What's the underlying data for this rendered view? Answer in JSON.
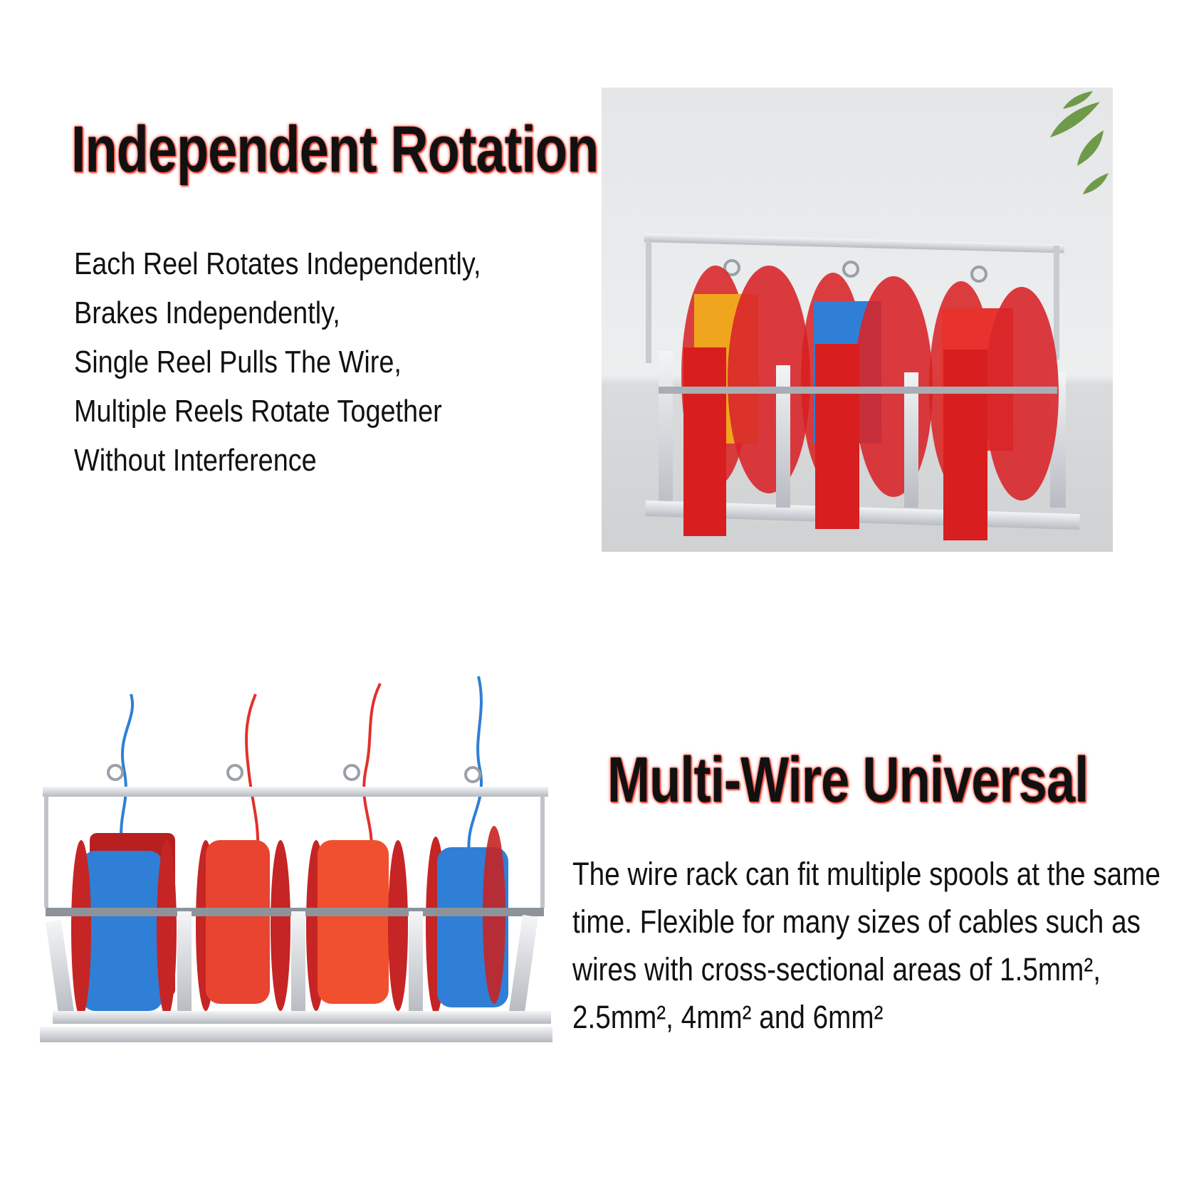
{
  "section1": {
    "heading": "Independent Rotation",
    "lines": [
      "Each Reel Rotates Independently,",
      "Brakes Independently,",
      "Single Reel Pulls The Wire,",
      "Multiple Reels Rotate Together",
      "Without Interference"
    ]
  },
  "section2": {
    "heading": "Multi-Wire Universal",
    "description": "The wire rack can fit multiple spools at the same time. Flexible for many sizes of cables such as wires with cross-sectional areas of 1.5mm², 2.5mm², 4mm² and 6mm²"
  },
  "colors": {
    "heading_glow": "#ff3b2f",
    "reel_red": "#d81e1e",
    "wire_blue": "#2f7fd6",
    "wire_yellow": "#f0a51e",
    "frame_silver": "#cfd3d8"
  }
}
